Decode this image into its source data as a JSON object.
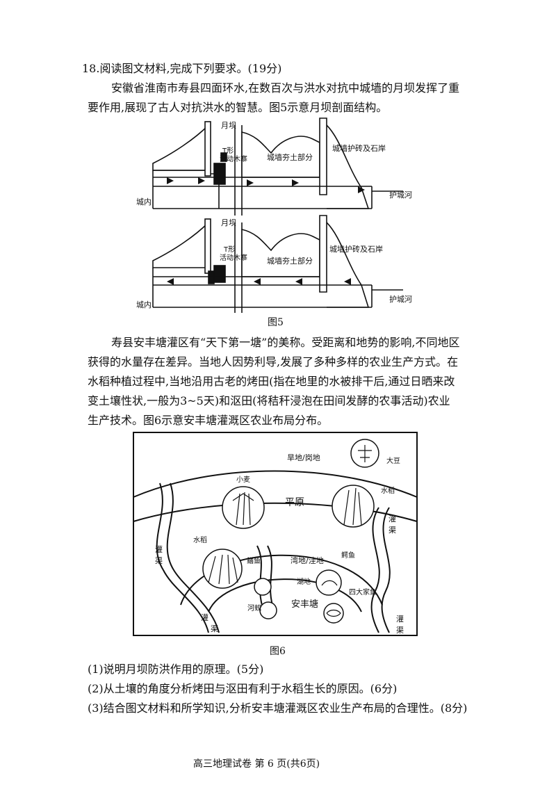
{
  "question": {
    "heading": "18.阅读图文材料,完成下列要求。(19分)",
    "intro_lines": [
      "安徽省淮南市寿县四面环水,在数百次与洪水对抗中城墙的月坝发挥了重",
      "要作用,展现了古人对抗洪水的智慧。图5示意月坝剖面结构。"
    ],
    "para2_lines": [
      "寿县安丰塘灌区有“天下第一塘”的美称。受距离和地势的影响,不同地区",
      "获得的水量存在差异。当地人因势利导,发展了多种多样的农业生产方式。在",
      "水稻种植过程中,当地沿用古老的烤田(指在地里的水被排干后,通过日晒来改",
      "变土壤性状,一般为3~5天)和沤田(将秸秆浸泡在田间发酵的农事活动)农业",
      "生产技术。图6示意安丰塘灌溉区农业布局分布。"
    ],
    "sub_questions": [
      "(1)说明月坝防洪作用的原理。(5分)",
      "(2)从土壤的角度分析烤田与沤田有利于水稻生长的原因。(6分)",
      "(3)结合图文材料和所学知识,分析安丰塘灌溉区农业生产布局的合理性。(8分)"
    ]
  },
  "figure5": {
    "caption": "图5",
    "labels": {
      "yueba": "月坝",
      "tgate_1": "T形",
      "tgate_2": "活动木寨",
      "earth": "城墙夯土部分",
      "brick": "城墙护砖及石岸",
      "moat": "护城河",
      "inside": "城内"
    }
  },
  "figure6": {
    "caption": "图6",
    "labels": {
      "dryland": "旱地/岗地",
      "soybean": "大豆",
      "wheat": "小麦",
      "plain": "平原",
      "rice_plain": "水稻",
      "canal_tr_1": "灌",
      "canal_tr_2": "渠",
      "canal_l_1": "灌",
      "canal_l_2": "渠",
      "rice_low": "水稻",
      "eel": "鳝鱼",
      "lowland": "湾地/洼地",
      "turtle": "鳄鱼",
      "wetland": "湖地",
      "clam": "河蚬",
      "tank": "安丰塘",
      "fish": "四大家鱼",
      "canal_bl_1": "灌",
      "canal_bl_2": "渠",
      "canal_br_1": "灌",
      "canal_br_2": "渠"
    }
  },
  "footer": "高三地理试卷 第 6 页(共6页)"
}
